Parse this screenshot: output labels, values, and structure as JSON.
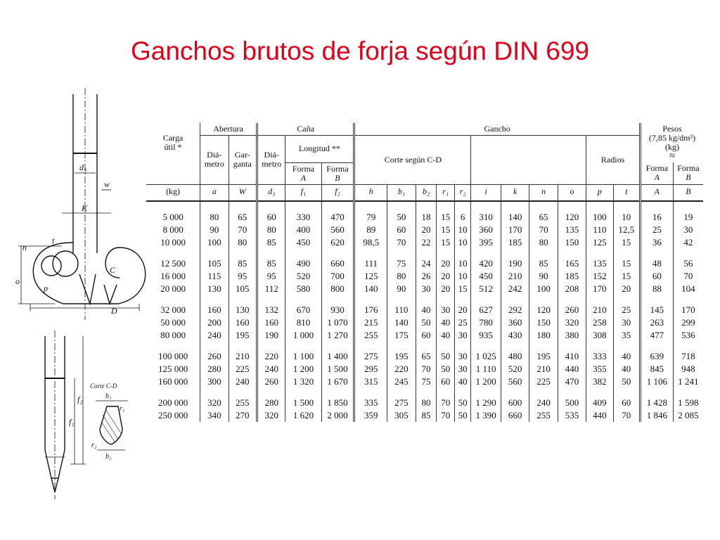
{
  "page": {
    "title": "Ganchos brutos de forja según DIN 699"
  },
  "drawing": {
    "dim_labels": {
      "d3": "d₃",
      "k": "K",
      "w": "w",
      "n": "n",
      "c": "C",
      "o": "o",
      "p": "p",
      "d": "D",
      "t": "t",
      "section_caption": "Corte  C-D",
      "f1": "f₁",
      "f2": "f₂",
      "b1": "b₁",
      "b2": "b₂",
      "r1": "r₁",
      "r2": "r₂"
    }
  },
  "table": {
    "headers": {
      "carga": "Carga",
      "util": "útil *",
      "kg": "(kg)",
      "abertura": "Abertura",
      "diametro": "Diá-",
      "diametro2": "metro",
      "garganta": "Gar-",
      "garganta2": "ganta",
      "cana": "Caña",
      "dia": "Diá-",
      "dia2": "metro",
      "longitud": "Longitud **",
      "forma_a": "Forma",
      "forma_a_letter": "A",
      "forma_b": "Forma",
      "forma_b_letter": "B",
      "gancho": "Gancho",
      "corte": "Corte  según  C-D",
      "radios": "Radios",
      "pesos": "Pesos",
      "pesos_density": "(7,85  kg/dm³)",
      "pesos_unit": "(kg)",
      "approx": "≈",
      "pesos_forma_a": "Forma",
      "pesos_forma_a_letter": "A",
      "pesos_forma_b": "Forma",
      "pesos_forma_b_letter": "B"
    },
    "symbols": [
      "(kg)",
      "a",
      "W",
      "d₃",
      "f₁",
      "f₂",
      "h",
      "b₁",
      "b₂",
      "r₁",
      "r₂",
      "i",
      "k",
      "n",
      "o",
      "p",
      "t",
      "A",
      "B"
    ],
    "groups": [
      [
        [
          "5 000",
          "80",
          "65",
          "60",
          "330",
          "470",
          "79",
          "50",
          "18",
          "15",
          "6",
          "310",
          "140",
          "65",
          "120",
          "100",
          "10",
          "16",
          "19"
        ],
        [
          "8 000",
          "90",
          "70",
          "80",
          "400",
          "560",
          "89",
          "60",
          "20",
          "15",
          "10",
          "360",
          "170",
          "70",
          "135",
          "110",
          "12,5",
          "25",
          "30"
        ],
        [
          "10 000",
          "100",
          "80",
          "85",
          "450",
          "620",
          "98,5",
          "70",
          "22",
          "15",
          "10",
          "395",
          "185",
          "80",
          "150",
          "125",
          "15",
          "36",
          "42"
        ]
      ],
      [
        [
          "12 500",
          "105",
          "85",
          "85",
          "490",
          "660",
          "111",
          "75",
          "24",
          "20",
          "10",
          "420",
          "190",
          "85",
          "165",
          "135",
          "15",
          "48",
          "56"
        ],
        [
          "16 000",
          "115",
          "95",
          "95",
          "520",
          "700",
          "125",
          "80",
          "26",
          "20",
          "10",
          "450",
          "210",
          "90",
          "185",
          "152",
          "15",
          "60",
          "70"
        ],
        [
          "20 000",
          "130",
          "105",
          "112",
          "580",
          "800",
          "140",
          "90",
          "30",
          "20",
          "15",
          "512",
          "242",
          "100",
          "208",
          "170",
          "20",
          "88",
          "104"
        ]
      ],
      [
        [
          "32 000",
          "160",
          "130",
          "132",
          "670",
          "930",
          "176",
          "110",
          "40",
          "30",
          "20",
          "627",
          "292",
          "120",
          "260",
          "210",
          "25",
          "145",
          "170"
        ],
        [
          "50 000",
          "200",
          "160",
          "160",
          "810",
          "1 070",
          "215",
          "140",
          "50",
          "40",
          "25",
          "780",
          "360",
          "150",
          "320",
          "258",
          "30",
          "263",
          "299"
        ],
        [
          "80 000",
          "240",
          "195",
          "190",
          "1 000",
          "1 270",
          "255",
          "175",
          "60",
          "40",
          "30",
          "935",
          "430",
          "180",
          "380",
          "308",
          "35",
          "477",
          "536"
        ]
      ],
      [
        [
          "100 000",
          "260",
          "210",
          "220",
          "1 100",
          "1 400",
          "275",
          "195",
          "65",
          "50",
          "30",
          "1 025",
          "480",
          "195",
          "410",
          "333",
          "40",
          "639",
          "718"
        ],
        [
          "125 000",
          "280",
          "225",
          "240",
          "1 200",
          "1 500",
          "295",
          "220",
          "70",
          "50",
          "30",
          "1 110",
          "520",
          "210",
          "440",
          "355",
          "40",
          "845",
          "948"
        ],
        [
          "160 000",
          "300",
          "240",
          "260",
          "1 320",
          "1 670",
          "315",
          "245",
          "75",
          "60",
          "40",
          "1 200",
          "560",
          "225",
          "470",
          "382",
          "50",
          "1 106",
          "1 241"
        ]
      ],
      [
        [
          "200 000",
          "320",
          "255",
          "280",
          "1 500",
          "1 850",
          "335",
          "275",
          "80",
          "70",
          "50",
          "1 290",
          "600",
          "240",
          "500",
          "409",
          "60",
          "1 428",
          "1 598"
        ],
        [
          "250 000",
          "340",
          "270",
          "320",
          "1 620",
          "2 000",
          "359",
          "305",
          "85",
          "70",
          "50",
          "1 390",
          "660",
          "255",
          "535",
          "440",
          "70",
          "1 846",
          "2 085"
        ]
      ]
    ]
  }
}
